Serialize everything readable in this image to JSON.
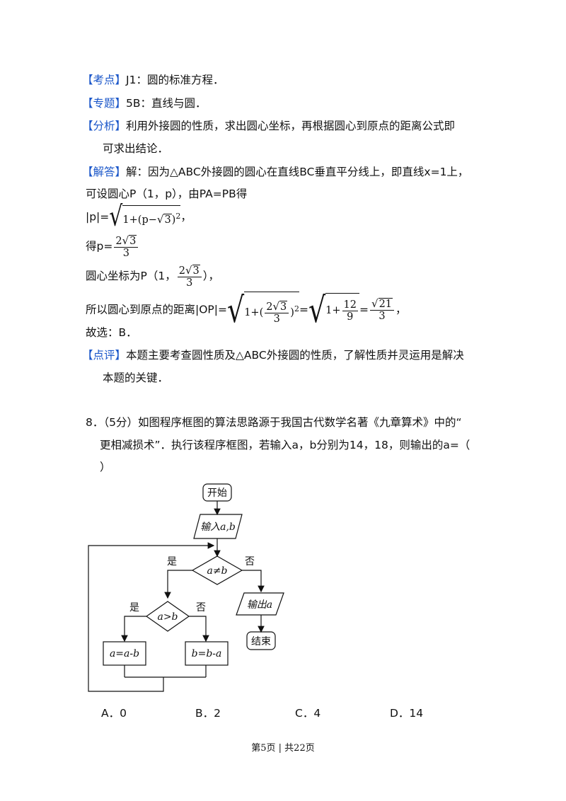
{
  "sol": {
    "kaodian_tag": "【考点】",
    "kaodian_text": "J1：圆的标准方程．",
    "zhuanti_tag": "【专题】",
    "zhuanti_text": "5B：直线与圆．",
    "fenxi_tag": "【分析】",
    "fenxi_text1": "利用外接圆的性质，求出圆心坐标，再根据圆心到原点的距离公式即",
    "fenxi_text2": "可求出结论．",
    "jieda_tag": "【解答】",
    "jieda_text": "解：因为△ABC外接圆的圆心在直线BC垂直平分线上，即直线x=1上，",
    "line_p": "可设圆心P（1，p），由PA=PB得",
    "eq1_left": "|p|=",
    "eq1_inner": "1+(p−",
    "eq1_root": "3",
    "eq1_tail": ")",
    "eq1_exp": "2",
    "eq1_end": "，",
    "eq2_left": "得p=",
    "eq2_num": "2",
    "eq2_root": "3",
    "eq2_den": "3",
    "eq3_left": "圆心坐标为P（1，",
    "eq3_num": "2",
    "eq3_root": "3",
    "eq3_den": "3",
    "eq3_right": "），",
    "eq4_left": "所以圆心到原点的距离|OP|=",
    "eq4_a": "1+(",
    "eq4_num": "2",
    "eq4_root": "3",
    "eq4_den": "3",
    "eq4_b": ")",
    "eq4_exp": "2",
    "eq4_eq": "=",
    "eq4_c": "1+",
    "eq4_f_num": "12",
    "eq4_f_den": "9",
    "eq4_eq2": "=",
    "eq4_r_num": "21",
    "eq4_r_den": "3",
    "eq4_end": "，",
    "guxuan": "故选：B．",
    "dianping_tag": "【点评】",
    "dianping_text1": "本题主要考查圆性质及△ABC外接圆的性质，了解性质并灵运用是解决",
    "dianping_text2": "本题的关键．"
  },
  "q8": {
    "line1": "8．（5分）如图程序框图的算法思路源于我国古代数学名著《九章算术》中的“",
    "line2": "更相减损术”．执行该程序框图，若输入a，b分别为14，18，则输出的a=（",
    "line3": "）"
  },
  "flow": {
    "start": "开始",
    "input": "输入a,b",
    "cond1": "a≠b",
    "yes1": "是",
    "no1": "否",
    "cond2": "a>b",
    "yes2": "是",
    "no2": "否",
    "box_left": "a=a-b",
    "box_right": "b=b-a",
    "output": "输出a",
    "end": "结束"
  },
  "choices": [
    "A．0",
    "B．2",
    "C．4",
    "D．14"
  ],
  "footer": "第5页 | 共22页"
}
